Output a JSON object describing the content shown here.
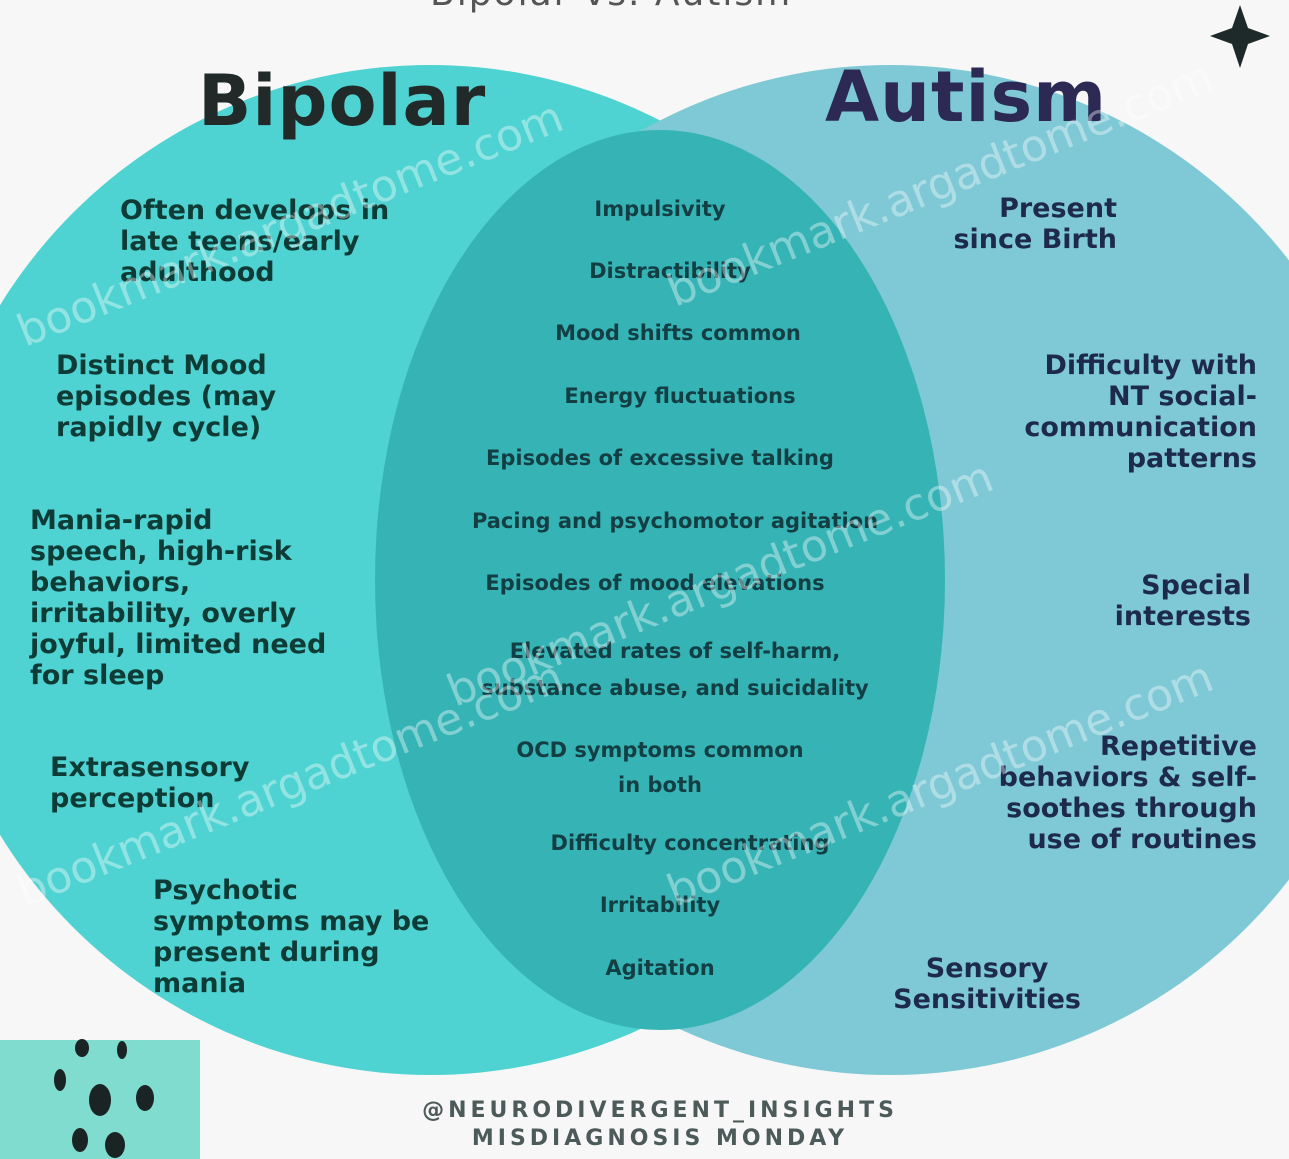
{
  "title": "Bipolar vs. Autism",
  "circles": {
    "left": {
      "heading": "Bipolar",
      "color": "#4fd3d2"
    },
    "right": {
      "heading": "Autism",
      "color": "#7fc9d6"
    },
    "overlap_color": "#36b4b5"
  },
  "bipolar_items": [
    "Often develops in\nlate teens/early\nadulthood",
    "Distinct Mood\nepisodes (may\nrapidly cycle)",
    "Mania-rapid\nspeech, high-risk\nbehaviors,\nirritability, overly\njoyful, limited need\nfor sleep",
    "Extrasensory\nperception",
    "Psychotic\nsymptoms may be\npresent during\nmania"
  ],
  "shared_items": [
    "Impulsivity",
    "Distractibility",
    "Mood shifts common",
    "Energy fluctuations",
    "Episodes of excessive talking",
    "Pacing and psychomotor agitation",
    "Episodes of mood elevations",
    "Elevated rates of self-harm,\nsubstance abuse, and suicidality",
    "OCD symptoms common\nin both",
    "Difficulty concentrating",
    "Irritability",
    "Agitation"
  ],
  "autism_items": [
    "Present\nsince Birth",
    "Difficulty with\nNT social-\ncommunication\npatterns",
    "Special\ninterests",
    "Repetitive\nbehaviors & self-\nsoothes through\nuse of routines",
    "Sensory\nSensitivities"
  ],
  "footer": {
    "handle": "@NEURODIVERGENT_INSIGHTS",
    "series": "MISDIAGNOSIS MONDAY"
  },
  "watermarks": [
    "bookmark.argadtome.com",
    "bookmark.argadtome.com",
    "bookmark.argadtome.com",
    "bookmark.argadtome.com",
    "bookmark.argadtome.com"
  ]
}
